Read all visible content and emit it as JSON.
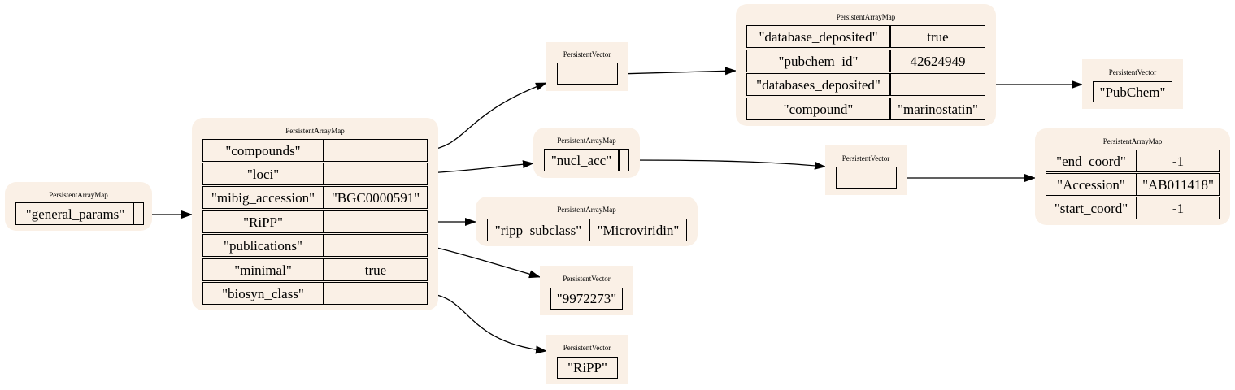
{
  "nodes": {
    "root": {
      "title": "PersistentArrayMap",
      "keys": [
        "\"general_params\""
      ]
    },
    "general": {
      "title": "PersistentArrayMap",
      "keys": [
        "\"compounds\"",
        "\"loci\"",
        "\"mibig_accession\"",
        "\"RiPP\"",
        "\"publications\"",
        "\"minimal\"",
        "\"biosyn_class\""
      ],
      "values": [
        "",
        "",
        "\"BGC0000591\"",
        "",
        "",
        "true",
        ""
      ]
    },
    "compounds_vec": {
      "title": "PersistentVector"
    },
    "compound_map": {
      "title": "PersistentArrayMap",
      "keys": [
        "\"database_deposited\"",
        "\"pubchem_id\"",
        "\"databases_deposited\"",
        "\"compound\""
      ],
      "values": [
        "true",
        "42624949",
        "",
        "\"marinostatin\""
      ]
    },
    "pubchem_vec": {
      "title": "PersistentVector",
      "items": [
        "\"PubChem\""
      ]
    },
    "loci_map": {
      "title": "PersistentArrayMap",
      "keys": [
        "\"nucl_acc\""
      ]
    },
    "nucl_vec": {
      "title": "PersistentVector"
    },
    "acc_map": {
      "title": "PersistentArrayMap",
      "keys": [
        "\"end_coord\"",
        "\"Accession\"",
        "\"start_coord\""
      ],
      "values": [
        "-1",
        "\"AB011418\"",
        "-1"
      ]
    },
    "ripp_map": {
      "title": "PersistentArrayMap",
      "keys": [
        "\"ripp_subclass\""
      ],
      "values": [
        "\"Microviridin\""
      ]
    },
    "pub_vec": {
      "title": "PersistentVector",
      "items": [
        "\"9972273\""
      ]
    },
    "class_vec": {
      "title": "PersistentVector",
      "items": [
        "\"RiPP\""
      ]
    }
  }
}
